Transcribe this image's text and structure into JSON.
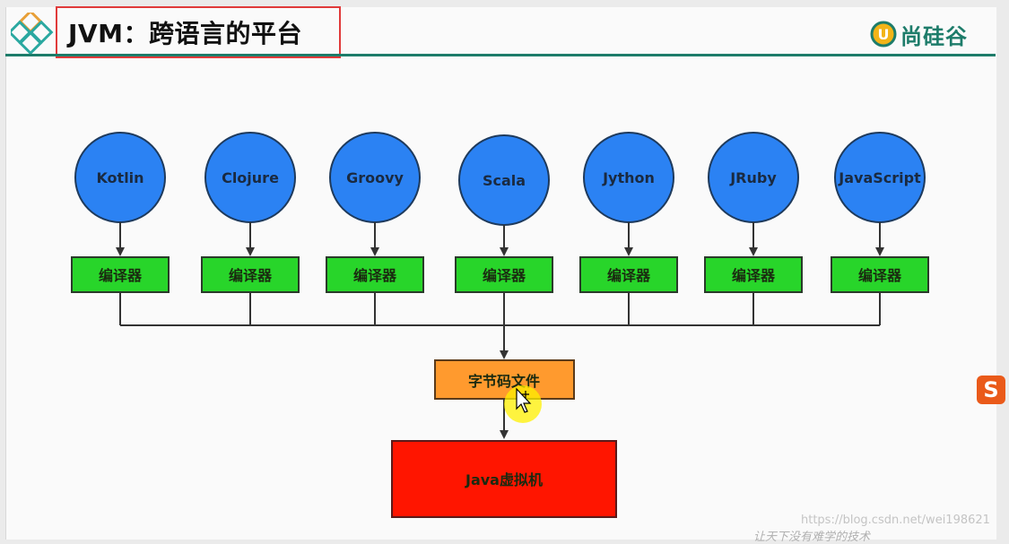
{
  "header": {
    "title": "JVM：跨语言的平台",
    "brand": "尚硅谷",
    "brand_mark": "U"
  },
  "diagram": {
    "languages": [
      "Kotlin",
      "Clojure",
      "Groovy",
      "Scala",
      "Jython",
      "JRuby",
      "JavaScript"
    ],
    "compiler_label": "编译器",
    "bytecode_label": "字节码文件",
    "jvm_label": "Java虚拟机",
    "colors": {
      "language_node": "#2b82f3",
      "compiler_box": "#28d52a",
      "bytecode_box": "#ff9a2e",
      "jvm_box": "#ff1500",
      "accent": "#1d7c6a"
    }
  },
  "overlay": {
    "ime_icon": "S",
    "watermark": "https://blog.csdn.net/wei198621",
    "footer_scribble": "让天下没有难学的技术"
  }
}
